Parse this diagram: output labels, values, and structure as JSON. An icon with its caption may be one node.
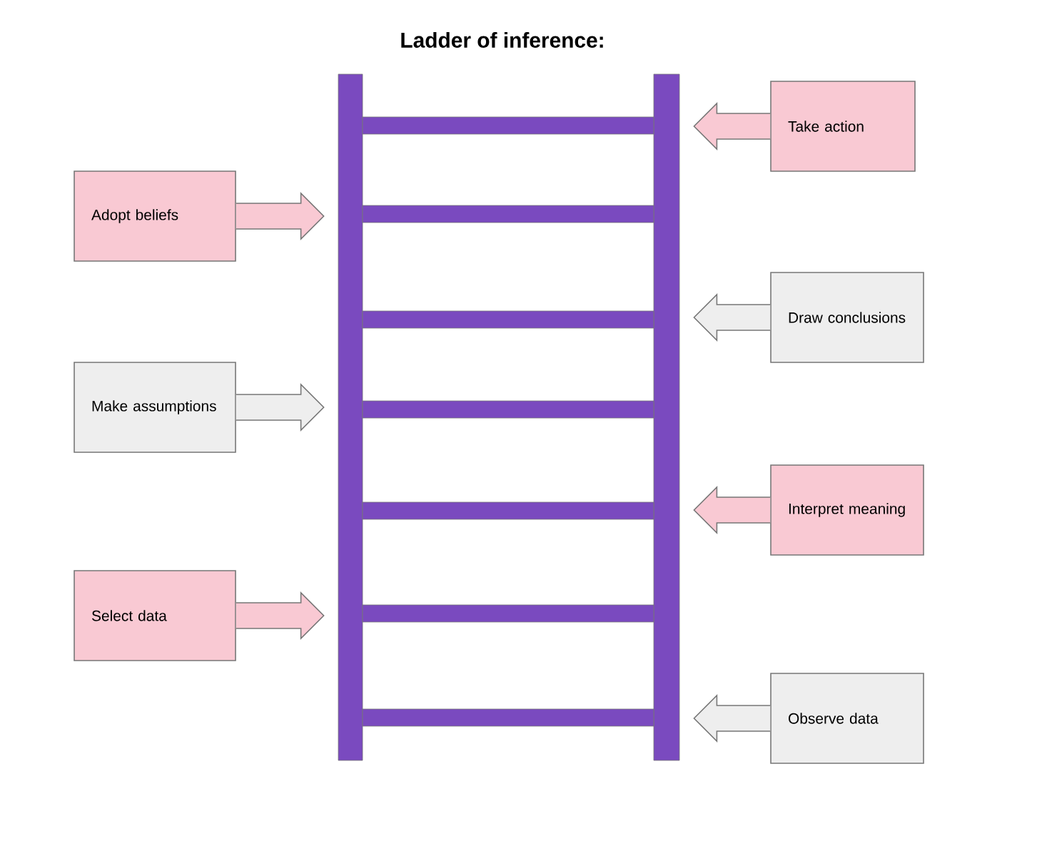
{
  "diagram": {
    "title": "Ladder of inference:",
    "nodes": [
      {
        "text": [],
        "shape": "picture"
      },
      {
        "text": [
          "Take action"
        ]
      },
      {
        "text": [
          "Adopt beliefs"
        ]
      },
      {
        "text": [
          "Draw conclusions"
        ]
      },
      {
        "text": [
          "Make assumptions"
        ]
      },
      {
        "text": [
          "Interpret meaning"
        ]
      },
      {
        "text": [
          "Select data"
        ]
      },
      {
        "text": [
          "Observe data"
        ]
      }
    ],
    "edges": [
      {
        "from": 1,
        "to": 0,
        "arrow": "to"
      },
      {
        "from": 2,
        "to": 0,
        "arrow": "to"
      },
      {
        "from": 3,
        "to": 0,
        "arrow": "to"
      },
      {
        "from": 4,
        "to": 0,
        "arrow": "to"
      },
      {
        "from": 5,
        "to": 0,
        "arrow": "to"
      },
      {
        "from": 6,
        "to": 0,
        "arrow": "to"
      },
      {
        "from": 7,
        "to": 0,
        "arrow": "to"
      }
    ]
  }
}
